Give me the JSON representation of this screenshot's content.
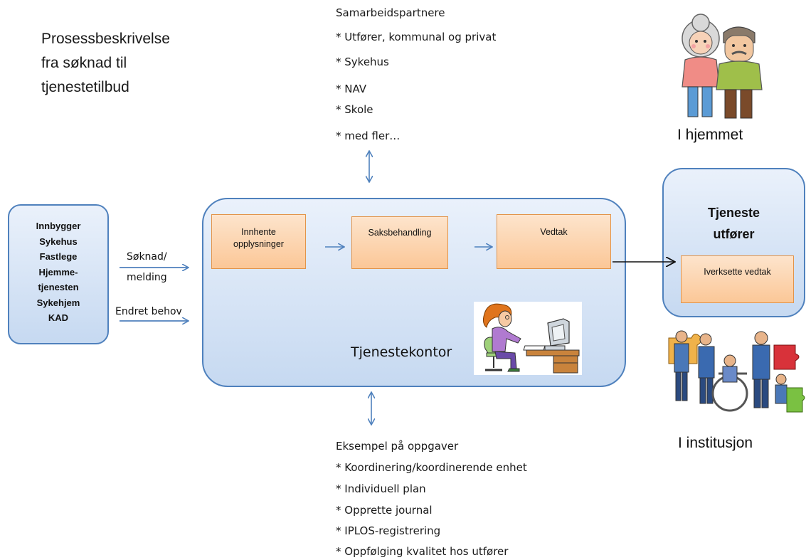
{
  "title": {
    "lines": [
      "Prosessbeskrivelse",
      "fra søknad til",
      "tjenestetilbud"
    ]
  },
  "partners": {
    "heading": "Samarbeidspartnere",
    "items": [
      "* Utfører, kommunal og privat",
      "* Sykehus",
      "* NAV",
      "* Skole",
      "* med fler…"
    ]
  },
  "sources": {
    "items": [
      "Innbygger",
      "Sykehus",
      "Fastlege",
      "Hjemme-",
      "tjenesten",
      "Sykehjem",
      "KAD"
    ]
  },
  "inputs": {
    "application_line1": "Søknad/",
    "application_line2": "melding",
    "changed_need": "Endret behov"
  },
  "office": {
    "label": "Tjenestekontor",
    "steps": [
      {
        "line1": "Innhente",
        "line2": "opplysninger"
      },
      {
        "line1": "Saksbehandling",
        "line2": ""
      },
      {
        "line1": "Vedtak",
        "line2": ""
      }
    ]
  },
  "provider": {
    "heading_line1": "Tjeneste",
    "heading_line2": "utfører",
    "step": "Iverksette vedtak"
  },
  "places": {
    "home": "I hjemmet",
    "institution": "I institusjon"
  },
  "tasks": {
    "heading": "Eksempel på oppgaver",
    "items": [
      "* Koordinering/koordinerende enhet",
      "* Individuell plan",
      "* Opprette journal",
      "* IPLOS-registrering",
      "* Oppfølging kvalitet hos utfører"
    ]
  },
  "colors": {
    "panel_border": "#4f81bd",
    "panel_fill": "#c6d9f1",
    "step_fill": "#fbc797",
    "step_border": "#e2944a",
    "arrow": "#4f81bd"
  }
}
